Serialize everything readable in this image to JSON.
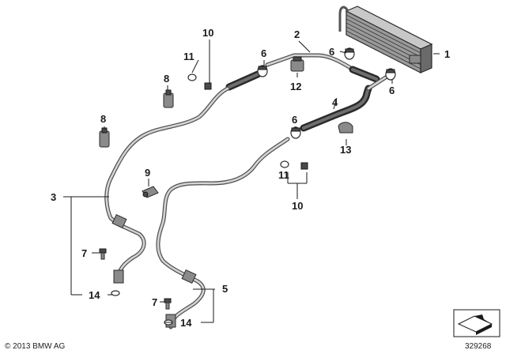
{
  "callouts": {
    "n1": "1",
    "n2": "2",
    "n3": "3",
    "n4": "4",
    "n5": "5",
    "n6a": "6",
    "n6b": "6",
    "n6c": "6",
    "n6d": "6",
    "n7a": "7",
    "n7b": "7",
    "n8a": "8",
    "n8b": "8",
    "n9": "9",
    "n10a": "10",
    "n10b": "10",
    "n11a": "11",
    "n11b": "11",
    "n12": "12",
    "n13": "13",
    "n14a": "14",
    "n14b": "14"
  },
  "footer": {
    "copyright": "© 2013 BMW AG",
    "diagram_number": "329268"
  }
}
